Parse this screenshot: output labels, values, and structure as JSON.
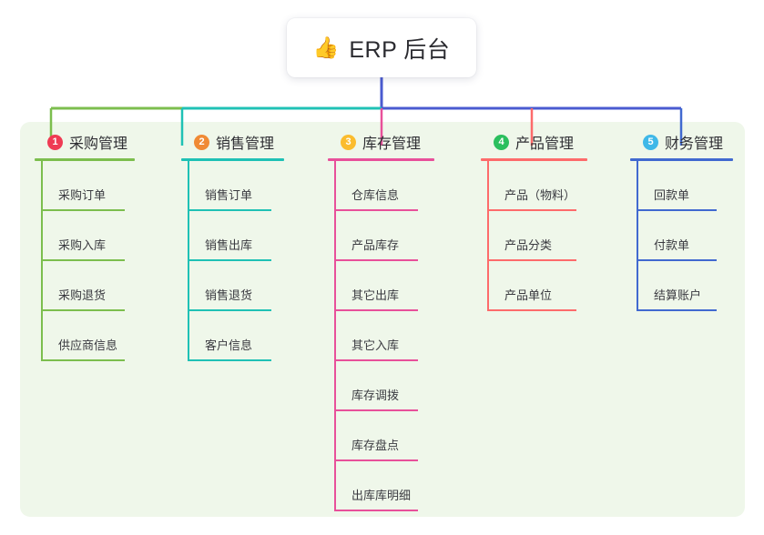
{
  "diagram": {
    "type": "mind-map",
    "title": {
      "icon": "thumbs-up-icon",
      "icon_glyph": "👍",
      "text": "ERP 后台"
    },
    "panel_color": "#eff7ea",
    "trunk_color": "#4a5bd0",
    "branches": [
      {
        "number": "1",
        "label": "采购管理",
        "color": "#7cbe4e",
        "badge_color": "#ef3b54",
        "items": [
          "采购订单",
          "采购入库",
          "采购退货",
          "供应商信息"
        ]
      },
      {
        "number": "2",
        "label": "销售管理",
        "color": "#1fc1b5",
        "badge_color": "#f08a35",
        "items": [
          "销售订单",
          "销售出库",
          "销售退货",
          "客户信息"
        ]
      },
      {
        "number": "3",
        "label": "库存管理",
        "color": "#e8509a",
        "badge_color": "#fbbc2e",
        "items": [
          "仓库信息",
          "产品库存",
          "其它出库",
          "其它入库",
          "库存调拨",
          "库存盘点",
          "出库库明细"
        ]
      },
      {
        "number": "4",
        "label": "产品管理",
        "color": "#fd6b6b",
        "badge_color": "#2bbf5e",
        "items": [
          "产品（物料）",
          "产品分类",
          "产品单位"
        ]
      },
      {
        "number": "5",
        "label": "财务管理",
        "color": "#4169d0",
        "badge_color": "#3fb8e8",
        "items": [
          "回款单",
          "付款单",
          "结算账户"
        ]
      }
    ]
  }
}
